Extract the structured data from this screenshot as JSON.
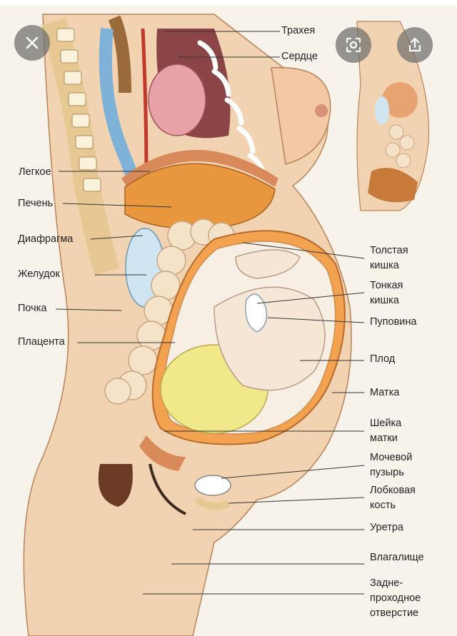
{
  "viewer": {
    "close_icon": "close-icon",
    "lens_icon": "visual-search-icon",
    "share_icon": "share-icon"
  },
  "labels": {
    "trachea": "Трахея",
    "heart": "Сердце",
    "lung": "Легкое",
    "liver": "Печень",
    "diaphragm": "Диафрагма",
    "stomach": "Желудок",
    "kidney": "Почка",
    "placenta": "Плацента",
    "large_intestine": [
      "Толстая",
      "кишка"
    ],
    "small_intestine": [
      "Тонкая",
      "кишка"
    ],
    "umbilical_cord": "Пуповина",
    "fetus": "Плод",
    "uterus": "Матка",
    "cervix": [
      "Шейка",
      "матки"
    ],
    "bladder": [
      "Мочевой",
      "пузырь"
    ],
    "pubic_bone": [
      "Лобковая",
      "кость"
    ],
    "urethra": "Уретра",
    "vagina": "Влагалище",
    "anus": [
      "Задне-",
      "проходное",
      "отверстие"
    ]
  }
}
